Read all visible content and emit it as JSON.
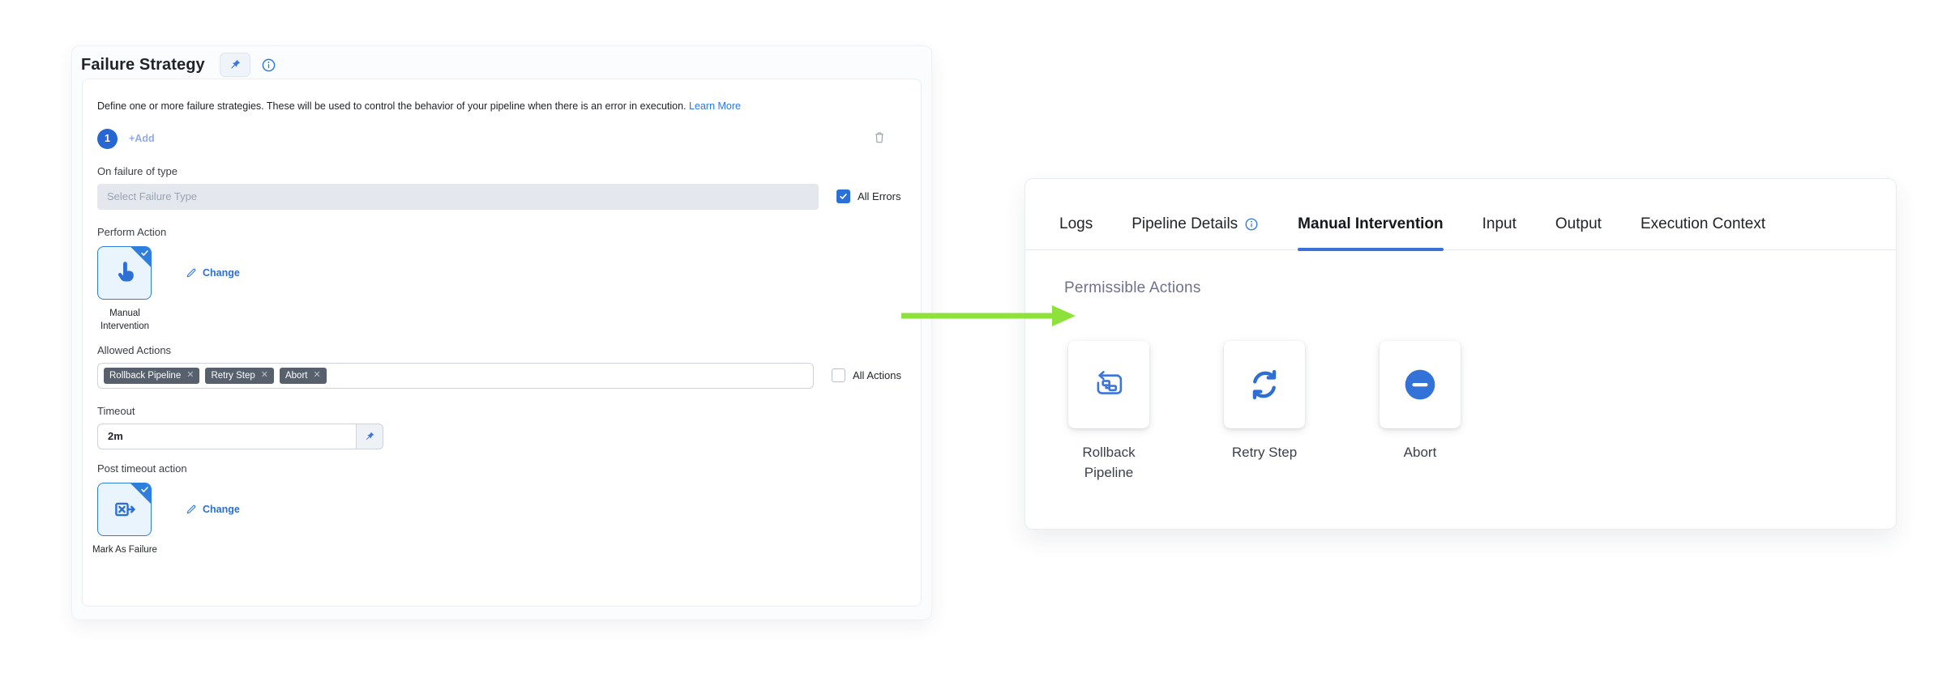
{
  "failure_strategy": {
    "title": "Failure Strategy",
    "description": "Define one or more failure strategies. These will be used to control the behavior of your pipeline when there is an error in execution.",
    "learn_more_label": "Learn More",
    "strategy_number": "1",
    "add_label": "+Add",
    "on_failure_label": "On failure of type",
    "failure_type_placeholder": "Select Failure Type",
    "all_errors_label": "All Errors",
    "all_errors_checked": true,
    "perform_action_label": "Perform Action",
    "perform_action_value": "Manual Intervention",
    "change_label": "Change",
    "allowed_actions_label": "Allowed Actions",
    "tags": [
      "Rollback Pipeline",
      "Retry Step",
      "Abort"
    ],
    "all_actions_label": "All Actions",
    "all_actions_checked": false,
    "timeout_label": "Timeout",
    "timeout_value": "2m",
    "post_timeout_label": "Post timeout action",
    "post_timeout_value": "Mark As Failure"
  },
  "details_panel": {
    "tabs": [
      "Logs",
      "Pipeline Details",
      "Manual Intervention",
      "Input",
      "Output",
      "Execution Context"
    ],
    "active_tab": "Manual Intervention",
    "section_title": "Permissible Actions",
    "actions": [
      {
        "label": "Rollback Pipeline",
        "icon": "rollback-pipeline-icon"
      },
      {
        "label": "Retry Step",
        "icon": "retry-step-icon"
      },
      {
        "label": "Abort",
        "icon": "abort-icon"
      }
    ]
  },
  "colors": {
    "primary_blue": "#2e6fd6",
    "link_blue": "#2a78e4",
    "tab_underline": "#3b70d7",
    "tag_bg": "#57616e",
    "checkbox_blue": "#2b6fd8",
    "arrow_green": "#8ee13a"
  }
}
